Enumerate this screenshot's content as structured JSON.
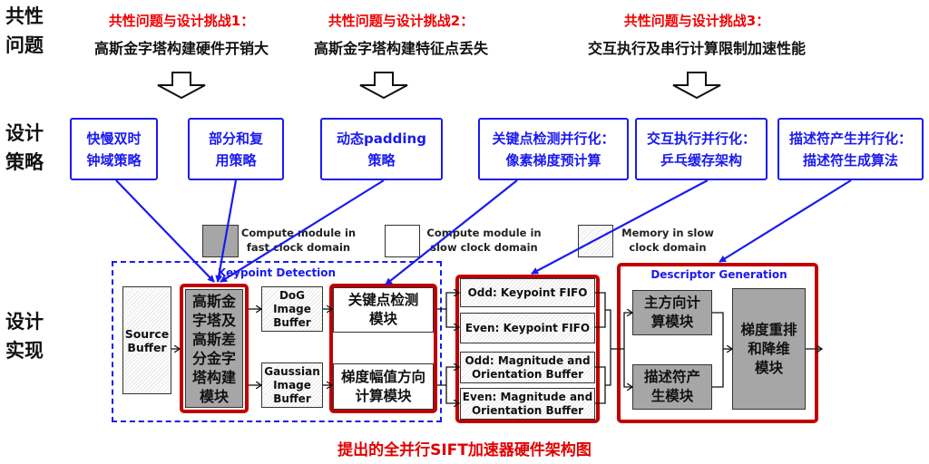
{
  "row_labels": {
    "problems": [
      "共性",
      "问题"
    ],
    "strategies": [
      "设计",
      "策略"
    ],
    "implementation": [
      "设计",
      "实现"
    ]
  },
  "challenges": [
    {
      "title": "共性问题与设计挑战1：",
      "desc": "高斯金字塔构建硬件开销大"
    },
    {
      "title": "共性问题与设计挑战2：",
      "desc": "高斯金字塔构建特征点丢失"
    },
    {
      "title": "共性问题与设计挑战3：",
      "desc": "交互执行及串行计算限制加速性能"
    }
  ],
  "strategies": [
    [
      "快慢双时",
      "钟域策略"
    ],
    [
      "部分和复",
      "用策略"
    ],
    [
      "动态padding",
      "策略"
    ],
    [
      "关键点检测并行化：",
      "像素梯度预计算"
    ],
    [
      "交互执行并行化：",
      "乒乓缓存架构"
    ],
    [
      "描述符产生并行化：",
      "描述符生成算法"
    ]
  ],
  "legend": [
    {
      "style": "gray",
      "lines": [
        "Compute module in",
        "fast clock domain"
      ]
    },
    {
      "style": "white",
      "lines": [
        "Compute module in",
        "slow clock domain"
      ]
    },
    {
      "style": "hatch",
      "lines": [
        "Memory in slow",
        "clock domain"
      ]
    }
  ],
  "keypoint_detection": {
    "label": "Keypoint Detection",
    "source_buffer": [
      "Source",
      "Buffer"
    ],
    "pyramid_module": [
      "高斯金",
      "字塔及",
      "高斯差",
      "分金字",
      "塔构建",
      "模块"
    ],
    "dog_buffer": [
      "DoG",
      "Image",
      "Buffer"
    ],
    "gaussian_buffer": [
      "Gaussian",
      "Image",
      "Buffer"
    ],
    "keypoint_module": [
      "关键点检测",
      "模块"
    ],
    "gradient_module": [
      "梯度幅值方向",
      "计算模块"
    ]
  },
  "buffers": {
    "odd_fifo": "Odd: Keypoint FIFO",
    "even_fifo": "Even: Keypoint FIFO",
    "odd_mag": [
      "Odd: Magnitude and",
      "Orientation Buffer"
    ],
    "even_mag": [
      "Even: Magnitude and",
      "Orientation Buffer"
    ]
  },
  "descriptor_generation": {
    "label": "Descriptor Generation",
    "orientation_module": [
      "主方向计",
      "算模块"
    ],
    "descriptor_module": [
      "描述符产",
      "生模块"
    ],
    "reorder_module": [
      "梯度重排",
      "和降维",
      "模块"
    ]
  },
  "caption": "提出的全并行SIFT加速器硬件架构图",
  "colors": {
    "red": "#f00000",
    "frame": "#c00000",
    "blue": "#1a1af0",
    "gray": "#a6a6a6"
  }
}
